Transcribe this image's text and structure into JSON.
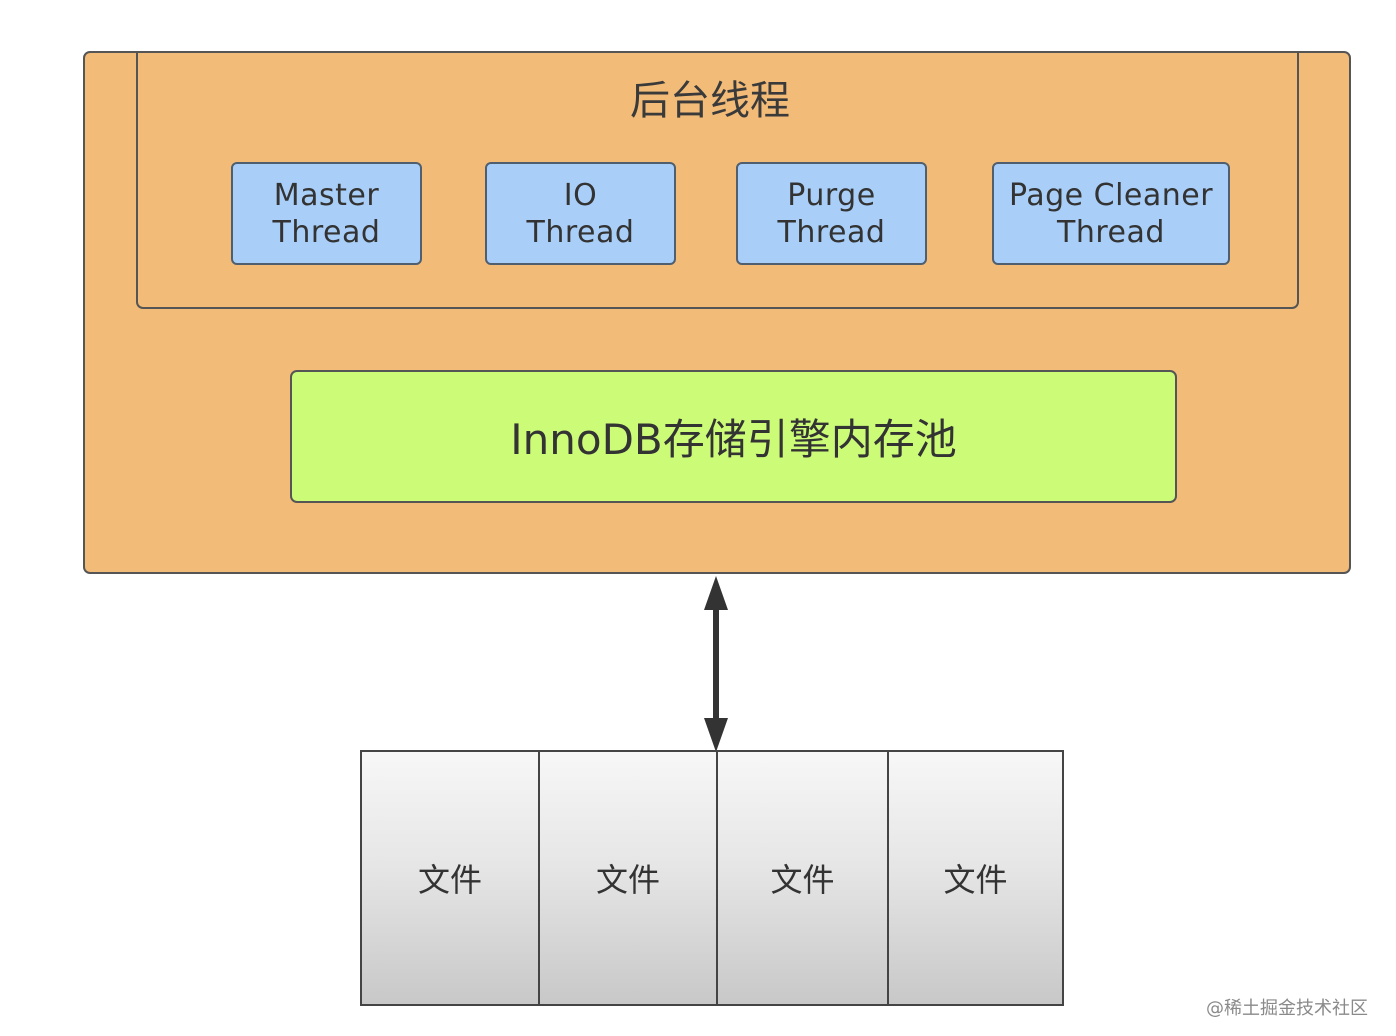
{
  "background_threads": {
    "title": "后台线程",
    "threads": [
      {
        "line1": "Master",
        "line2": "Thread"
      },
      {
        "line1": "IO",
        "line2": "Thread"
      },
      {
        "line1": "Purge",
        "line2": "Thread"
      },
      {
        "line1": "Page Cleaner",
        "line2": "Thread"
      }
    ]
  },
  "buffer_pool": {
    "label": "InnoDB存储引擎内存池"
  },
  "files": [
    "文件",
    "文件",
    "文件",
    "文件"
  ],
  "watermark": "@稀土掘金技术社区",
  "colors": {
    "outer_box": "#f2bb78",
    "thread_box": "#a9cff9",
    "buffer_pool": "#ccfb78",
    "file_cell": "#e6e6e6",
    "outline": "#555555"
  }
}
